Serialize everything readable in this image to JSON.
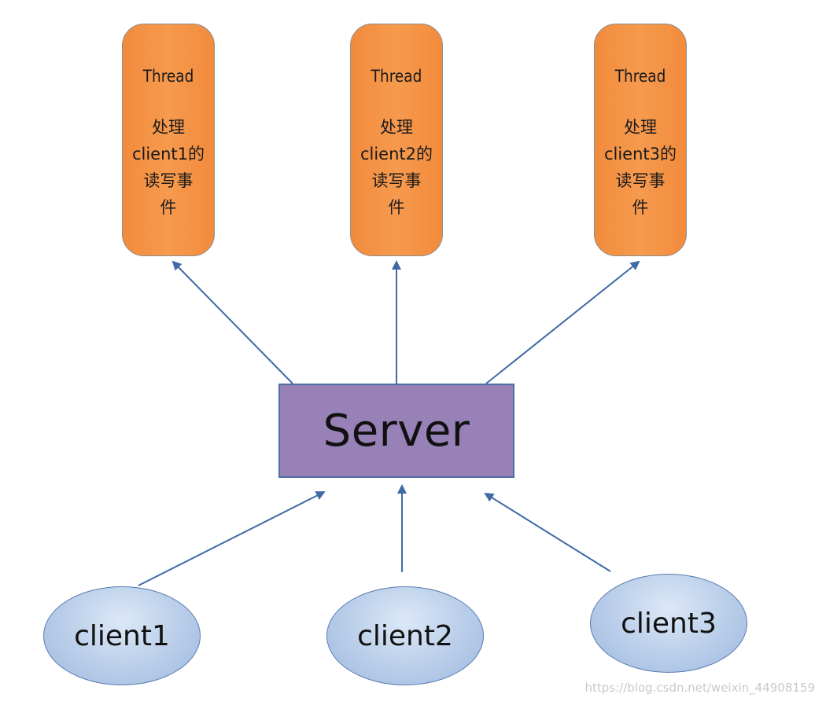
{
  "threads": [
    {
      "title": "Thread",
      "desc": "处理\nclient1的\n读写事\n件"
    },
    {
      "title": "Thread",
      "desc": "处理\nclient2的\n读写事\n件"
    },
    {
      "title": "Thread",
      "desc": "处理\nclient3的\n读写事\n件"
    }
  ],
  "server": {
    "label": "Server"
  },
  "clients": [
    {
      "label": "client1"
    },
    {
      "label": "client2"
    },
    {
      "label": "client3"
    }
  ],
  "watermark": "https://blog.csdn.net/weixin_44908159",
  "colors": {
    "thread_fill": "#f69a4e",
    "server_fill": "#9781b6",
    "client_fill": "#b8cde9",
    "arrow": "#3f6aa6"
  }
}
